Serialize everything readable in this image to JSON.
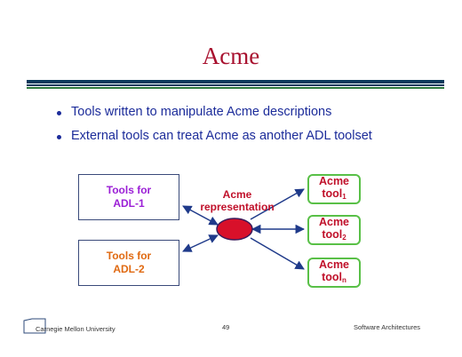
{
  "slide": {
    "title": "Acme",
    "bullets": [
      "Tools written to manipulate Acme descriptions",
      "External tools can treat Acme as another ADL toolset"
    ]
  },
  "diagram": {
    "left_boxes": [
      {
        "line1": "Tools for",
        "line2": "ADL-1",
        "color": "#9b1fd6"
      },
      {
        "line1": "Tools for",
        "line2": "ADL-2",
        "color": "#e06a12"
      }
    ],
    "center": {
      "line1": "Acme",
      "line2": "representation",
      "fill": "#d8102a"
    },
    "tools": [
      {
        "line1": "Acme",
        "line2": "tool",
        "sub": "1"
      },
      {
        "line1": "Acme",
        "line2": "tool",
        "sub": "2"
      },
      {
        "line1": "Acme",
        "line2": "tool",
        "sub": "n"
      }
    ],
    "colors": {
      "accent_red": "#c0102a",
      "tool_border": "#59c047",
      "arrow": "#1f3a8a"
    }
  },
  "footer": {
    "left": "Carnegie Mellon University",
    "page": "49",
    "right": "Software Architectures"
  }
}
